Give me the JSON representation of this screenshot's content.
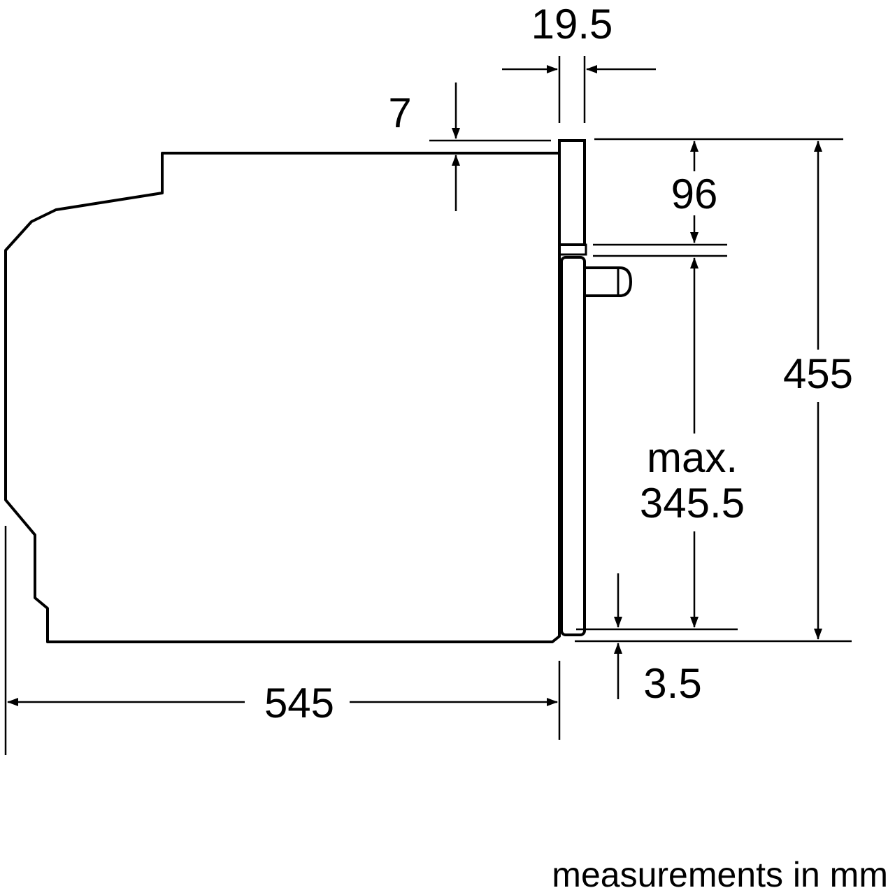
{
  "dimensions": {
    "panel_thickness": "19.5",
    "top_gap": "7",
    "control_panel_height": "96",
    "door_height_line1": "max.",
    "door_height_line2": "345.5",
    "total_height": "455",
    "bottom_gap": "3.5",
    "depth": "545"
  },
  "footer": {
    "units_note": "measurements in mm"
  },
  "colors": {
    "line": "#000000",
    "background": "#ffffff"
  }
}
